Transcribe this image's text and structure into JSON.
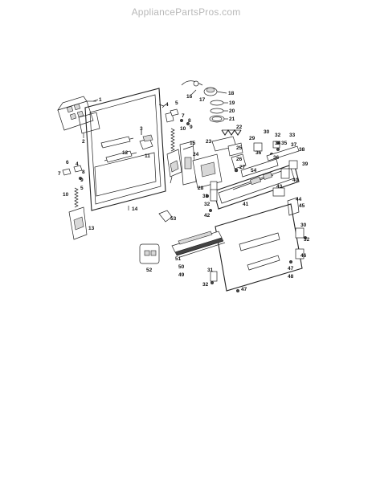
{
  "watermark": "AppliancePartsPros.com",
  "labels": {
    "p1": "1",
    "p2": "2",
    "p3": "3",
    "p4a": "4",
    "p4b": "4",
    "p5a": "5",
    "p5b": "5",
    "p6": "6",
    "p7a": "7",
    "p7b": "7",
    "p8a": "8",
    "p8b": "8",
    "p9a": "9",
    "p9b": "9",
    "p10a": "10",
    "p10b": "10",
    "p11": "11",
    "p12": "12",
    "p13": "13",
    "p14": "14",
    "p15": "15",
    "p16": "16",
    "p17": "17",
    "p18": "18",
    "p19": "19",
    "p20": "20",
    "p21": "21",
    "p22": "22",
    "p23": "23",
    "p24": "24",
    "p25": "25",
    "p26": "26",
    "p27": "27",
    "p28": "28",
    "p29": "29",
    "p30a": "30",
    "p30b": "30",
    "p31a": "31",
    "p31b": "31",
    "p32a": "32",
    "p32b": "32",
    "p32c": "32",
    "p32d": "32",
    "p33": "33",
    "p34": "34",
    "p35": "35",
    "p36a": "36",
    "p36b": "36",
    "p37": "37",
    "p38": "38",
    "p39": "39",
    "p40": "40",
    "p41": "41",
    "p42": "42",
    "p43": "43",
    "p44": "44",
    "p45": "45",
    "p46": "46",
    "p47a": "47",
    "p47b": "47",
    "p48": "48",
    "p49": "49",
    "p50": "50",
    "p51": "51",
    "p52": "52",
    "p53": "53",
    "p54": "54"
  }
}
